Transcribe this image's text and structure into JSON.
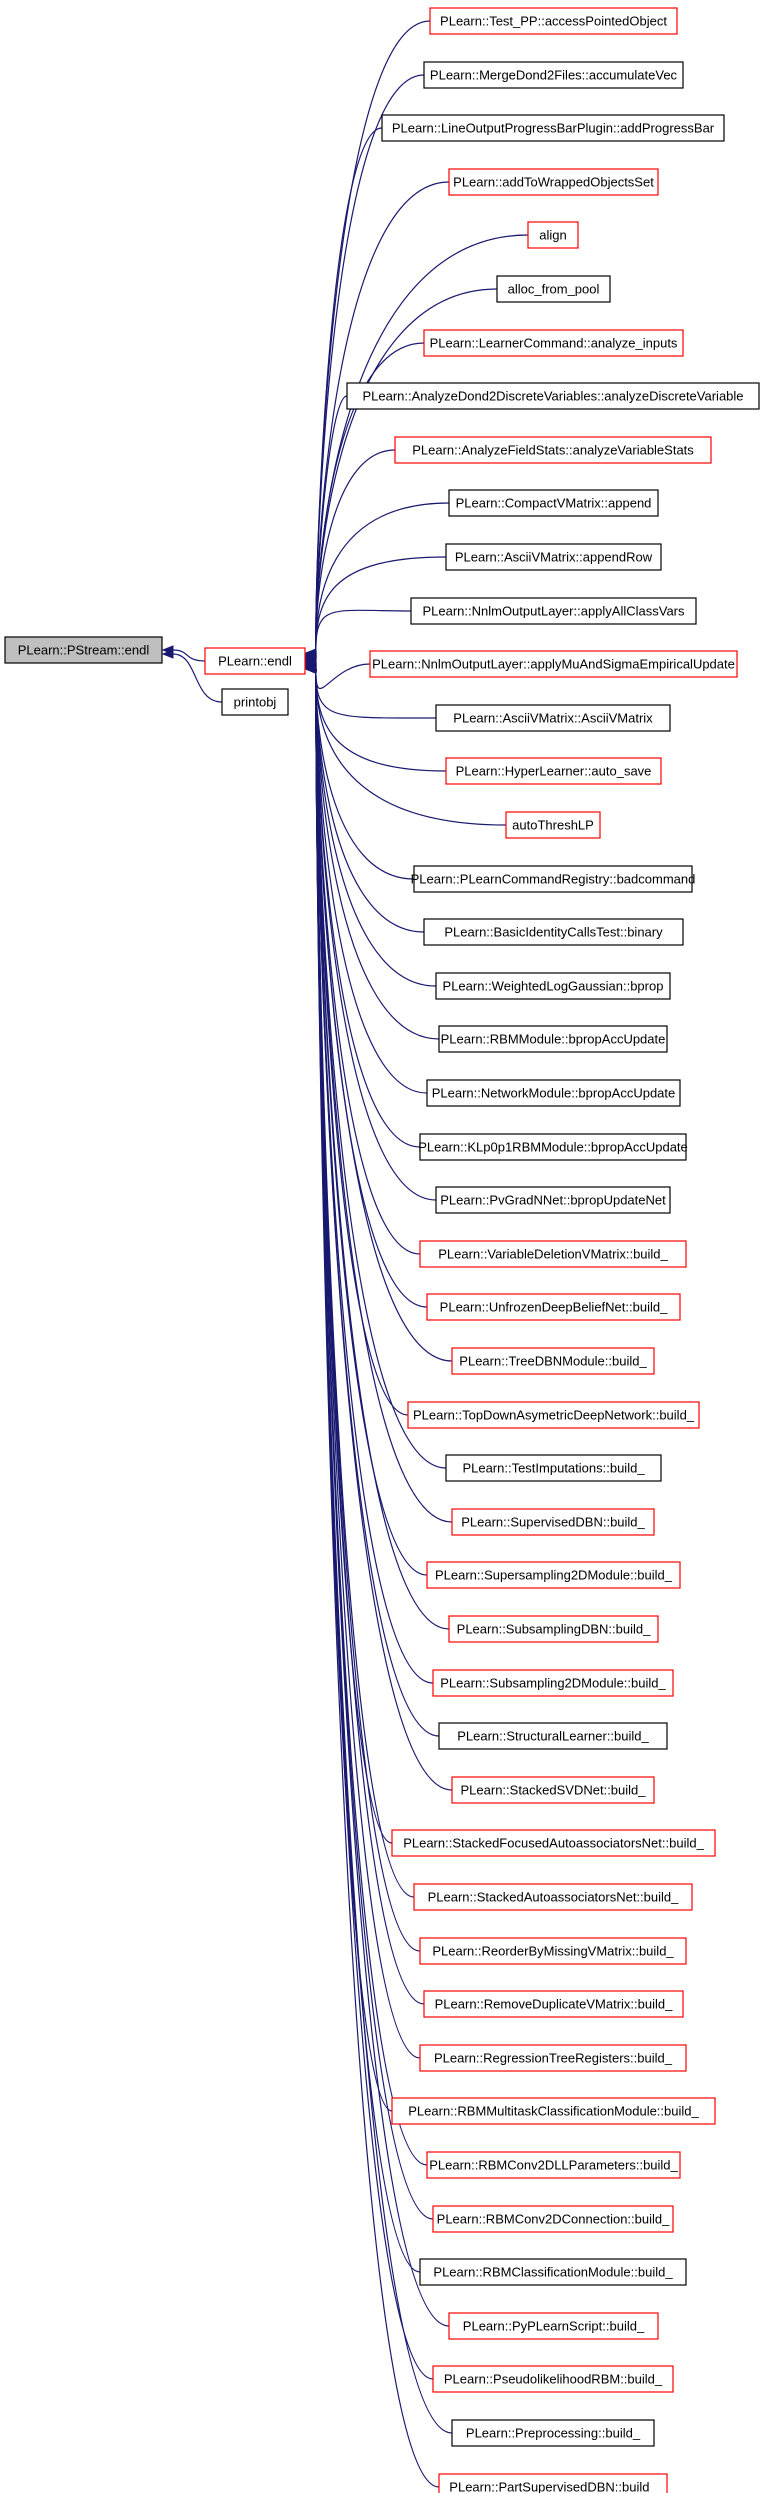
{
  "colors": {
    "edge": "#191970",
    "border_linked": "#ff0000",
    "border_plain": "#000000",
    "root_fill": "#bfbfbf",
    "node_fill": "#ffffff"
  },
  "root": {
    "label": "PLearn::PStream::endl"
  },
  "middle": [
    {
      "id": "endl",
      "label": "PLearn::endl",
      "linked": true
    },
    {
      "id": "printobj",
      "label": "printobj",
      "linked": false
    }
  ],
  "callers": [
    {
      "label": "PLearn::Test_PP::accessPointedObject",
      "linked": true
    },
    {
      "label": "PLearn::MergeDond2Files::accumulateVec",
      "linked": false
    },
    {
      "label": "PLearn::LineOutputProgressBarPlugin::addProgressBar",
      "linked": false
    },
    {
      "label": "PLearn::addToWrappedObjectsSet",
      "linked": true
    },
    {
      "label": "align",
      "linked": true
    },
    {
      "label": "alloc_from_pool",
      "linked": false
    },
    {
      "label": "PLearn::LearnerCommand::analyze_inputs",
      "linked": true
    },
    {
      "label": "PLearn::AnalyzeDond2DiscreteVariables::analyzeDiscreteVariable",
      "linked": false
    },
    {
      "label": "PLearn::AnalyzeFieldStats::analyzeVariableStats",
      "linked": true
    },
    {
      "label": "PLearn::CompactVMatrix::append",
      "linked": false
    },
    {
      "label": "PLearn::AsciiVMatrix::appendRow",
      "linked": false
    },
    {
      "label": "PLearn::NnlmOutputLayer::applyAllClassVars",
      "linked": false
    },
    {
      "label": "PLearn::NnlmOutputLayer::applyMuAndSigmaEmpiricalUpdate",
      "linked": true
    },
    {
      "label": "PLearn::AsciiVMatrix::AsciiVMatrix",
      "linked": false
    },
    {
      "label": "PLearn::HyperLearner::auto_save",
      "linked": true
    },
    {
      "label": "autoThreshLP",
      "linked": true
    },
    {
      "label": "PLearn::PLearnCommandRegistry::badcommand",
      "linked": false
    },
    {
      "label": "PLearn::BasicIdentityCallsTest::binary",
      "linked": false
    },
    {
      "label": "PLearn::WeightedLogGaussian::bprop",
      "linked": false
    },
    {
      "label": "PLearn::RBMModule::bpropAccUpdate",
      "linked": false
    },
    {
      "label": "PLearn::NetworkModule::bpropAccUpdate",
      "linked": false
    },
    {
      "label": "PLearn::KLp0p1RBMModule::bpropAccUpdate",
      "linked": false
    },
    {
      "label": "PLearn::PvGradNNet::bpropUpdateNet",
      "linked": false
    },
    {
      "label": "PLearn::VariableDeletionVMatrix::build_",
      "linked": true
    },
    {
      "label": "PLearn::UnfrozenDeepBeliefNet::build_",
      "linked": true
    },
    {
      "label": "PLearn::TreeDBNModule::build_",
      "linked": true
    },
    {
      "label": "PLearn::TopDownAsymetricDeepNetwork::build_",
      "linked": true
    },
    {
      "label": "PLearn::TestImputations::build_",
      "linked": false
    },
    {
      "label": "PLearn::SupervisedDBN::build_",
      "linked": true
    },
    {
      "label": "PLearn::Supersampling2DModule::build_",
      "linked": true
    },
    {
      "label": "PLearn::SubsamplingDBN::build_",
      "linked": true
    },
    {
      "label": "PLearn::Subsampling2DModule::build_",
      "linked": true
    },
    {
      "label": "PLearn::StructuralLearner::build_",
      "linked": false
    },
    {
      "label": "PLearn::StackedSVDNet::build_",
      "linked": true
    },
    {
      "label": "PLearn::StackedFocusedAutoassociatorsNet::build_",
      "linked": true
    },
    {
      "label": "PLearn::StackedAutoassociatorsNet::build_",
      "linked": true
    },
    {
      "label": "PLearn::ReorderByMissingVMatrix::build_",
      "linked": true
    },
    {
      "label": "PLearn::RemoveDuplicateVMatrix::build_",
      "linked": true
    },
    {
      "label": "PLearn::RegressionTreeRegisters::build_",
      "linked": true
    },
    {
      "label": "PLearn::RBMMultitaskClassificationModule::build_",
      "linked": true
    },
    {
      "label": "PLearn::RBMConv2DLLParameters::build_",
      "linked": true
    },
    {
      "label": "PLearn::RBMConv2DConnection::build_",
      "linked": true
    },
    {
      "label": "PLearn::RBMClassificationModule::build_",
      "linked": false
    },
    {
      "label": "PLearn::PyPLearnScript::build_",
      "linked": true
    },
    {
      "label": "PLearn::PseudolikelihoodRBM::build_",
      "linked": true
    },
    {
      "label": "PLearn::Preprocessing::build_",
      "linked": false
    },
    {
      "label": "PLearn::PartSupervisedDBN::build_",
      "linked": true
    }
  ]
}
